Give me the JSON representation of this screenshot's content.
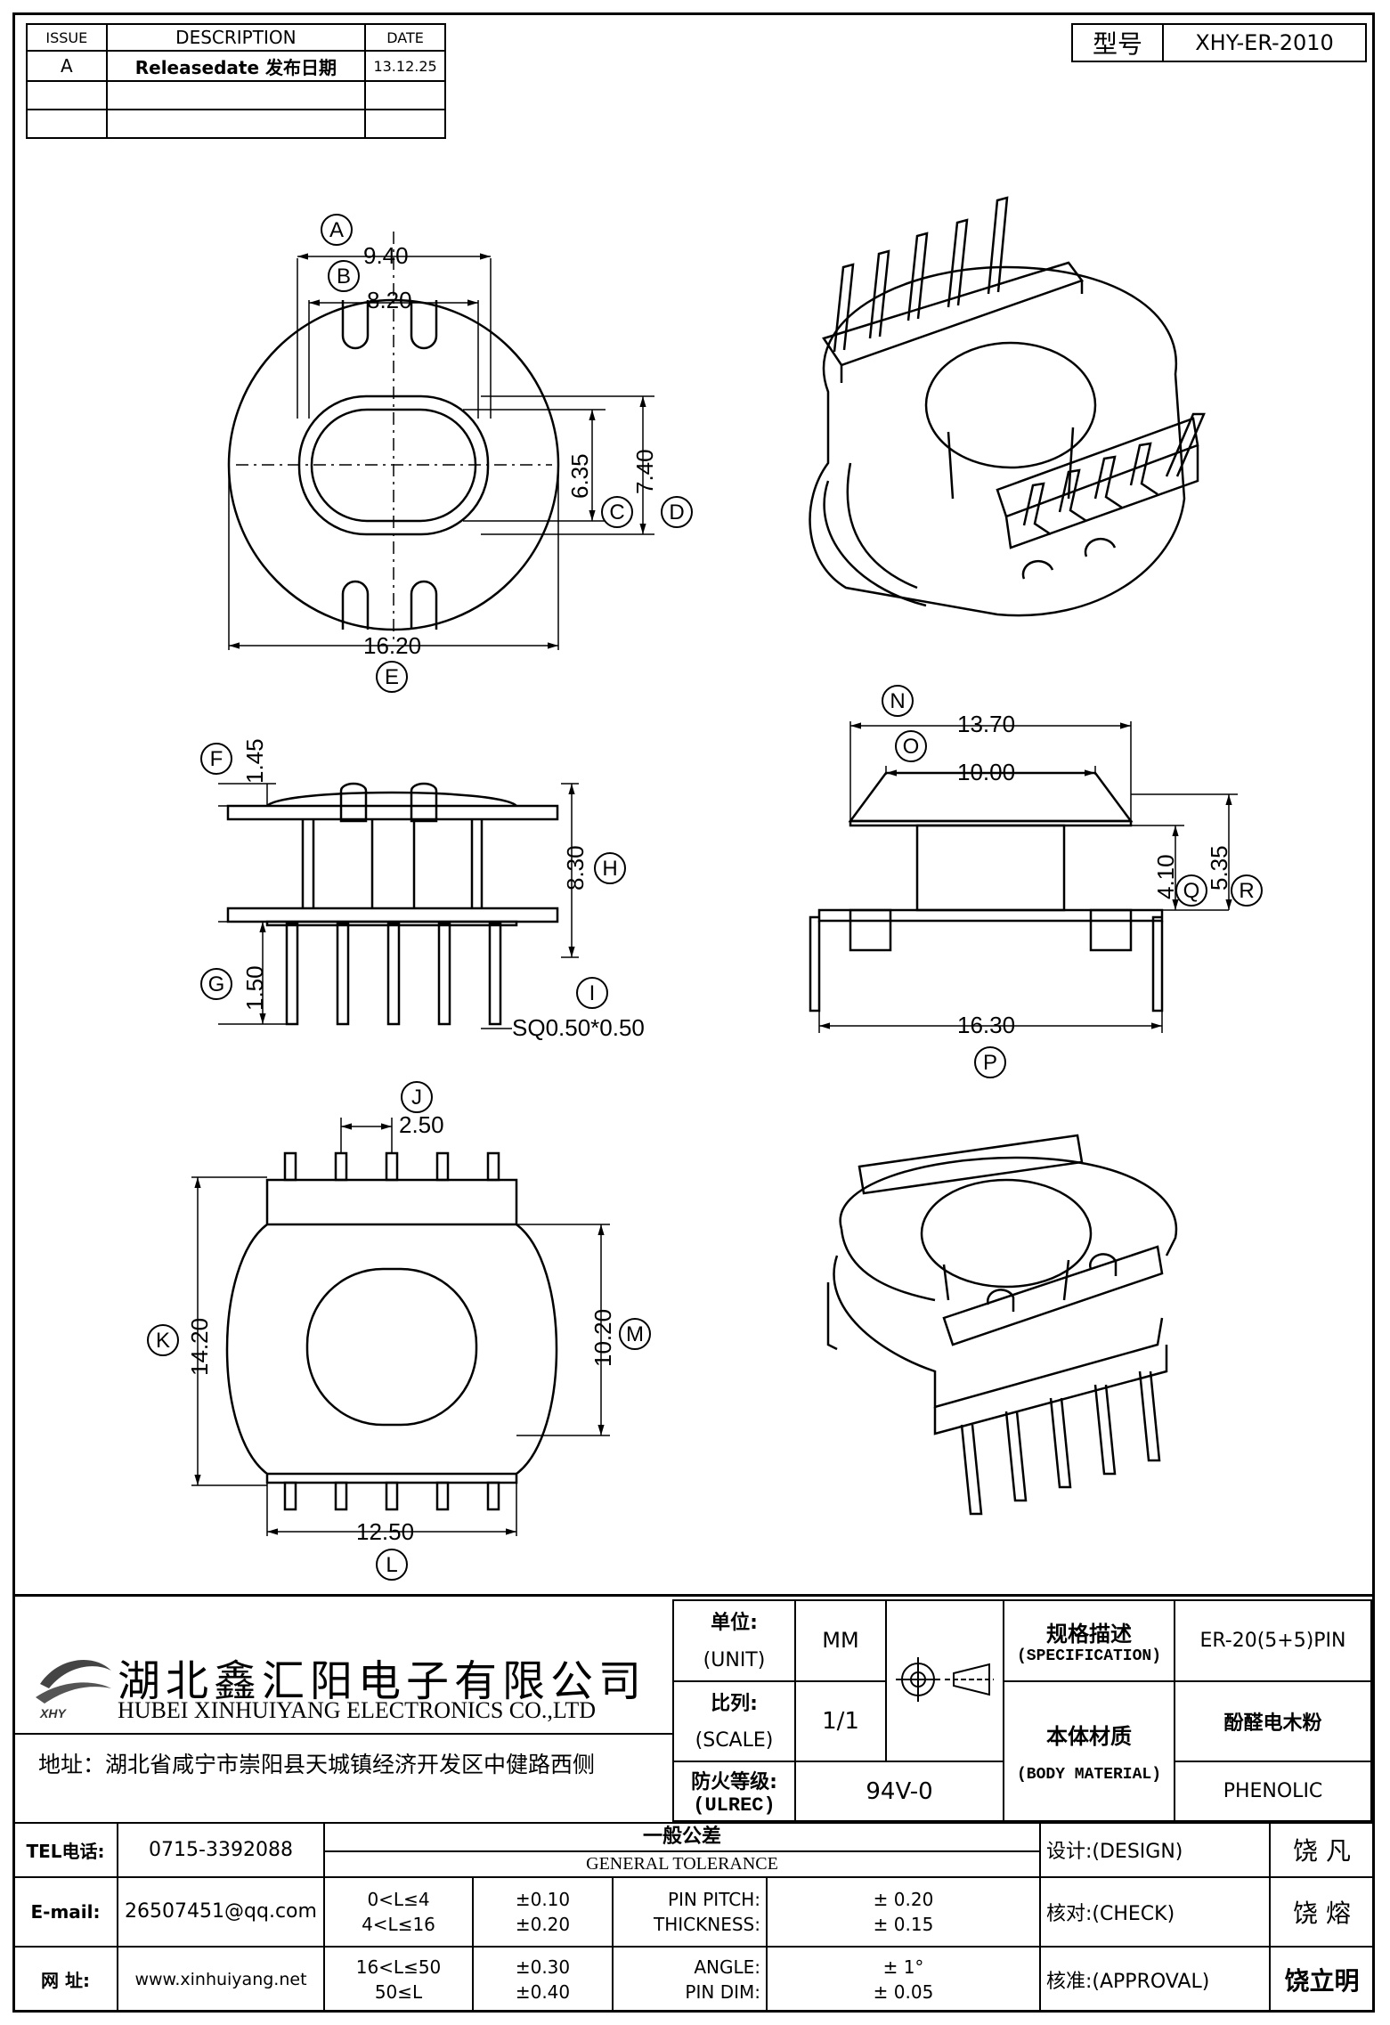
{
  "revision_table": {
    "headers": [
      "ISSUE",
      "DESCRIPTION",
      "DATE"
    ],
    "rows": [
      [
        "A",
        "Releasedate 发布日期",
        "13.12.25"
      ],
      [
        "",
        "",
        ""
      ],
      [
        "",
        "",
        ""
      ]
    ]
  },
  "model": {
    "label": "型号",
    "value": "XHY-ER-2010"
  },
  "dimensions": {
    "A": "9.40",
    "B": "8.20",
    "C": "6.35",
    "D": "7.40",
    "E": "16.20",
    "F": "1.45",
    "G": "1.50",
    "H": "8.30",
    "I": "SQ0.50*0.50",
    "J": "2.50",
    "K": "14.20",
    "L": "12.50",
    "M": "10.20",
    "N": "13.70",
    "O": "10.00",
    "P": "16.30",
    "Q": "4.10",
    "R": "5.35"
  },
  "company": {
    "name_cn": "湖北鑫汇阳电子有限公司",
    "name_en": "HUBEI XINHUIYANG ELECTRONICS CO.,LTD",
    "address": "地址：湖北省咸宁市崇阳县天城镇经济开发区中健路西侧",
    "logo_text": "XHY"
  },
  "spec_block": {
    "unit_cn": "单位:",
    "unit_en": "(UNIT)",
    "unit_value": "MM",
    "scale_cn": "比列:",
    "scale_en": "(SCALE)",
    "scale_value": "1/1",
    "ulrec_cn": "防火等级:",
    "ulrec_en": "(ULREC)",
    "ulrec_value": "94V-0",
    "spec_cn": "规格描述",
    "spec_en": "(SPECIFICATION)",
    "spec_value": "ER-20(5+5)PIN",
    "material_cn": "本体材质",
    "material_en": "(BODY MATERIAL)",
    "material_value_cn": "酚醛电木粉",
    "material_value_en": "PHENOLIC"
  },
  "contact": {
    "tel_label": "TEL电话:",
    "tel": "0715-3392088",
    "email_label": "E-mail:",
    "email": "26507451@qq.com",
    "web_label": "网  址:",
    "web": "www.xinhuiyang.net"
  },
  "tolerance": {
    "title_cn": "一般公差",
    "title_en": "GENERAL TOLERANCE",
    "ranges": [
      [
        "0<L≤4",
        "±0.10"
      ],
      [
        "4<L≤16",
        "±0.20"
      ],
      [
        "16<L≤50",
        "±0.30"
      ],
      [
        "50≤L",
        "±0.40"
      ]
    ],
    "items": [
      [
        "PIN PITCH:",
        "± 0.20"
      ],
      [
        "THICKNESS:",
        "± 0.15"
      ],
      [
        "ANGLE:",
        "± 1°"
      ],
      [
        "PIN DIM:",
        "± 0.05"
      ]
    ]
  },
  "approvals": {
    "design_label": "设计:(DESIGN)",
    "design_name": "饶 凡",
    "check_label": "核对:(CHECK)",
    "check_name": "饶 熔",
    "approval_label": "核准:(APPROVAL)",
    "approval_name": "饶立明"
  }
}
